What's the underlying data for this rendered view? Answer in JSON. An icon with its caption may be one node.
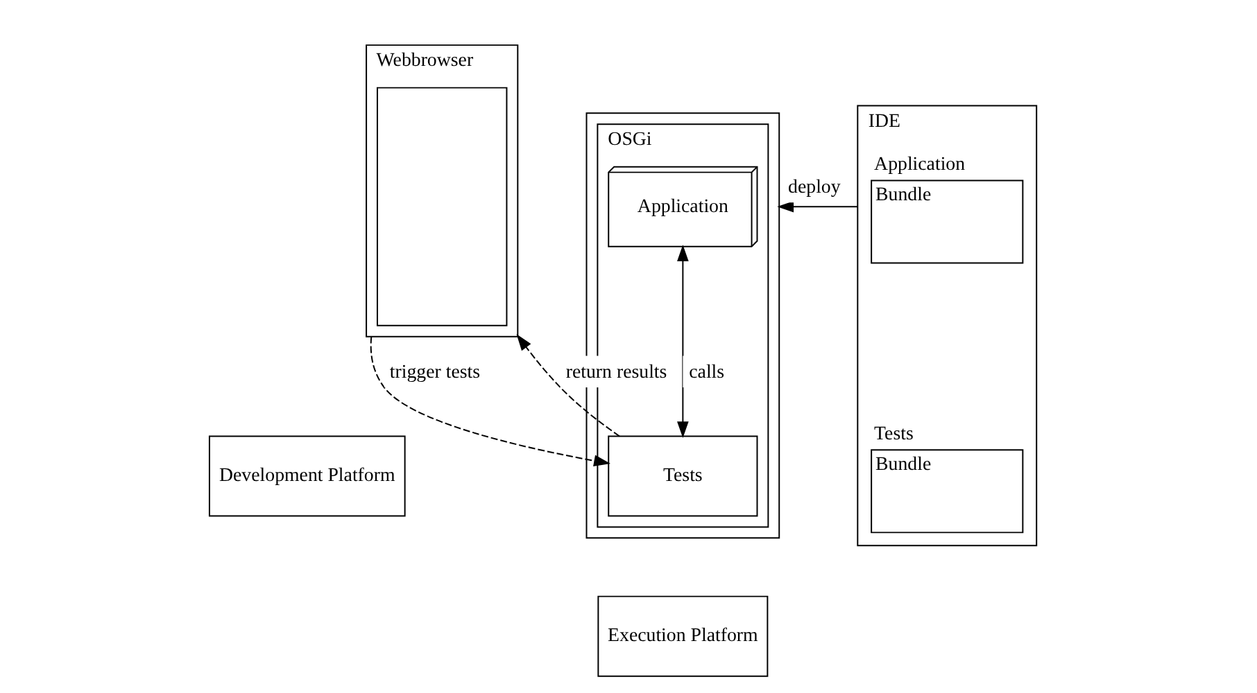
{
  "diagram": {
    "nodes": [
      {
        "text": [
          "Webbrowser"
        ]
      },
      {
        "text": [],
        "shape": "box",
        "in": 0
      },
      {
        "text": [
          "IDE"
        ]
      },
      {
        "text": [
          "Bundle"
        ],
        "beside": [
          "Application"
        ],
        "in": 2
      },
      {
        "text": [
          "Bundle"
        ],
        "beside": [
          "Tests"
        ],
        "in": 2
      },
      {
        "text": [],
        "shape": "box"
      },
      {
        "text": [
          "OSGi"
        ],
        "in": 5
      },
      {
        "text": [
          "Application"
        ],
        "in": 6
      },
      {
        "text": [
          "Tests"
        ],
        "in": 6
      },
      {
        "text": [
          "Development Platform"
        ]
      },
      {
        "text": [
          "Execution Platform"
        ]
      }
    ],
    "edges": [
      {
        "from": 2,
        "to": 5,
        "arrow": "to",
        "label": "deploy"
      },
      {
        "from": 7,
        "to": 8,
        "arrow": "both",
        "label": "calls"
      },
      {
        "from": 0,
        "to": 8,
        "arrow": "to",
        "label": "trigger tests",
        "style": "dashed"
      },
      {
        "from": 8,
        "to": 0,
        "arrow": "to",
        "label": "return results",
        "style": "dashed"
      }
    ]
  }
}
